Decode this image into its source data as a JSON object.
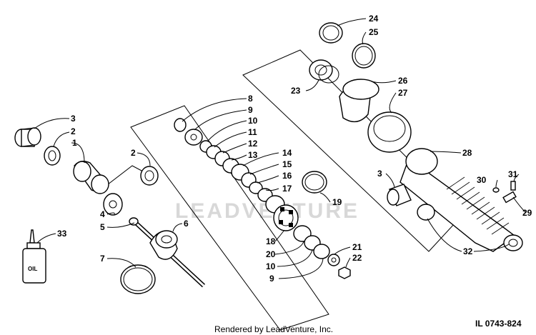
{
  "watermark": "LEADVENTURE",
  "footer": {
    "rendered_by": "Rendered by LeadVenture, Inc.",
    "illustration_code": "IL 0743-824"
  },
  "oil_bottle_label": "OIL",
  "callouts": [
    "1",
    "2",
    "3",
    "4",
    "5",
    "6",
    "7",
    "8",
    "9",
    "10",
    "11",
    "12",
    "13",
    "14",
    "15",
    "16",
    "17",
    "18",
    "19",
    "20",
    "21",
    "22",
    "23",
    "24",
    "25",
    "26",
    "27",
    "28",
    "29",
    "30",
    "31",
    "32",
    "33"
  ]
}
